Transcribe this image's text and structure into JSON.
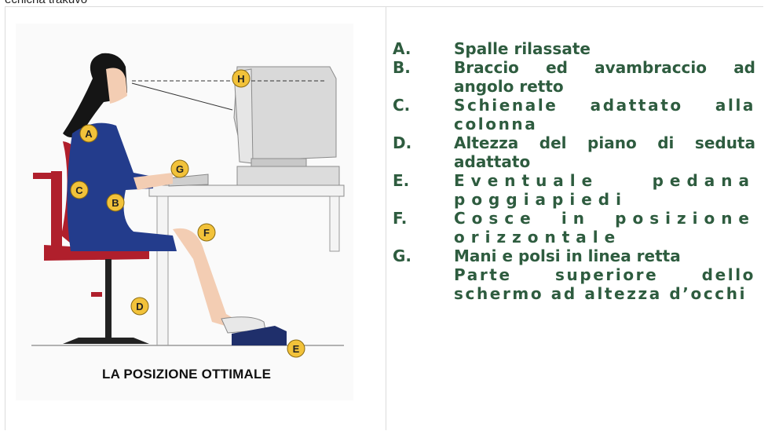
{
  "header_fragment": "ecnicha trakuvo",
  "figure": {
    "caption": "LA POSIZIONE OTTIMALE",
    "markers": [
      "A",
      "B",
      "C",
      "D",
      "E",
      "F",
      "G",
      "H"
    ]
  },
  "items": [
    {
      "key": "A.",
      "text": "Spalle rilassate"
    },
    {
      "key": "B.",
      "text": "Braccio ed avambraccio ad angolo retto"
    },
    {
      "key": "C.",
      "text": "Schienale adattato alla colonna"
    },
    {
      "key": "D.",
      "text": "Altezza del piano di seduta adattato"
    },
    {
      "key": "E.",
      "text": "Eventuale pedana poggiapiedi"
    },
    {
      "key": "F.",
      "text": "Cosce in posizione orizzontale"
    },
    {
      "key": "G.",
      "text": "Mani e polsi in linea retta"
    },
    {
      "key": "",
      "text": "Parte superiore dello schermo ad altezza d’occhi"
    }
  ],
  "colors": {
    "text": "#2e5c3f",
    "marker": "#f2c23a",
    "chair": "#b01f2c",
    "dress": "#233c8c"
  }
}
